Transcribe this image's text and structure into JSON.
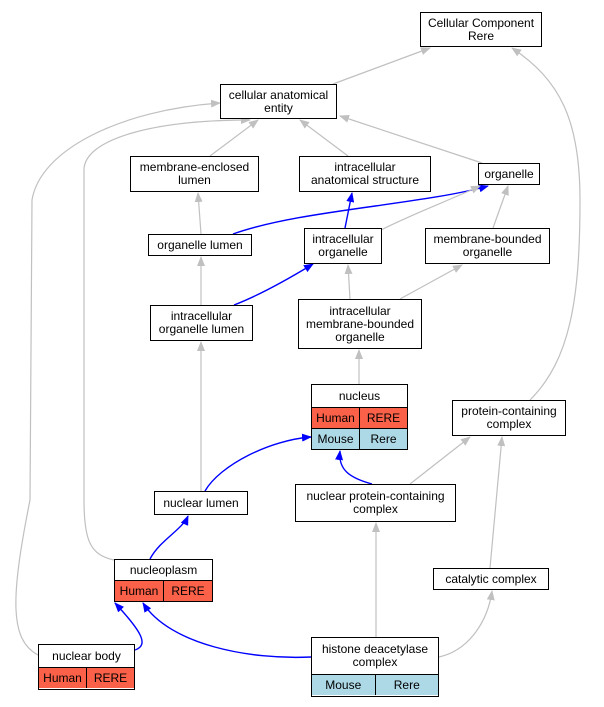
{
  "colors": {
    "gray_edge": "#c0c0c0",
    "blue_edge": "#0000ff",
    "human": "#fa6148",
    "mouse": "#add8e6"
  },
  "nodes": {
    "ccrere": {
      "lines": [
        "Cellular Component",
        "Rere"
      ]
    },
    "cae": {
      "lines": [
        "cellular anatomical",
        "entity"
      ]
    },
    "mel": {
      "lines": [
        "membrane-enclosed",
        "lumen"
      ]
    },
    "ias": {
      "lines": [
        "intracellular",
        "anatomical structure"
      ]
    },
    "organelle": {
      "lines": [
        "organelle"
      ]
    },
    "ol": {
      "lines": [
        "organelle lumen"
      ]
    },
    "io": {
      "lines": [
        "intracellular",
        "organelle"
      ]
    },
    "mbo": {
      "lines": [
        "membrane-bounded",
        "organelle"
      ]
    },
    "iol": {
      "lines": [
        "intracellular",
        "organelle lumen"
      ]
    },
    "imbo": {
      "lines": [
        "intracellular",
        "membrane-bounded",
        "organelle"
      ]
    },
    "nucleus": {
      "lines": [
        "nucleus"
      ],
      "rows": [
        [
          "Human",
          "RERE"
        ],
        [
          "Mouse",
          "Rere"
        ]
      ]
    },
    "pcc": {
      "lines": [
        "protein-containing",
        "complex"
      ]
    },
    "nl": {
      "lines": [
        "nuclear lumen"
      ]
    },
    "npcc": {
      "lines": [
        "nuclear protein-containing",
        "complex"
      ]
    },
    "nucleoplasm": {
      "lines": [
        "nucleoplasm"
      ],
      "rows": [
        [
          "Human",
          "RERE"
        ]
      ]
    },
    "cc": {
      "lines": [
        "catalytic complex"
      ]
    },
    "nb": {
      "lines": [
        "nuclear body"
      ],
      "rows": [
        [
          "Human",
          "RERE"
        ]
      ]
    },
    "hdc": {
      "lines": [
        "histone deacetylase",
        "complex"
      ],
      "rows": [
        [
          "Mouse",
          "Rere"
        ]
      ]
    }
  }
}
